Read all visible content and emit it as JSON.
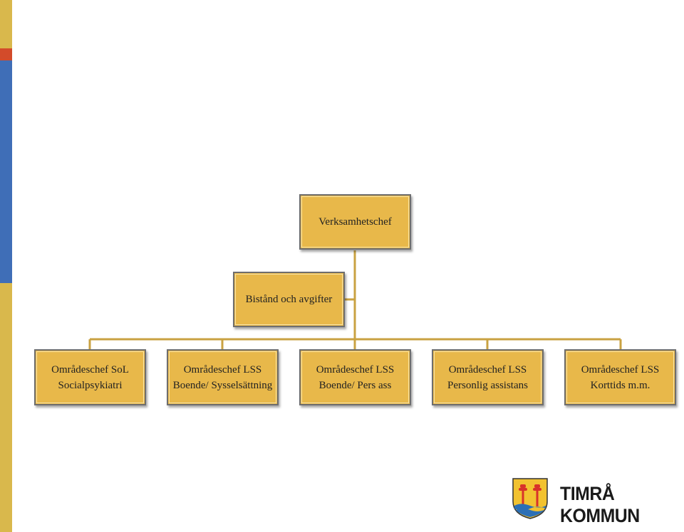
{
  "colors": {
    "stripe_yellow": "#d9b84c",
    "stripe_red": "#d34b2a",
    "stripe_blue": "#3f6eb7",
    "box_fill": "#e8b84a",
    "connector": "#c9a242"
  },
  "org": {
    "top": {
      "line1": "Verksamhetschef"
    },
    "staff": {
      "line1": "Bistånd och avgifter"
    },
    "units": [
      {
        "line1": "Områdeschef SoL",
        "line2": "Socialpsykiatri"
      },
      {
        "line1": "Områdeschef LSS",
        "line2": "Boende/ Sysselsättning"
      },
      {
        "line1": "Områdeschef LSS",
        "line2": "Boende/ Pers ass"
      },
      {
        "line1": "Områdeschef LSS",
        "line2": "Personlig assistans"
      },
      {
        "line1": "Områdeschef LSS",
        "line2": "Korttids m.m."
      }
    ]
  },
  "logo": {
    "text": "TIMRÅ KOMMUN",
    "emblem": "timra-coat-of-arms-icon"
  }
}
